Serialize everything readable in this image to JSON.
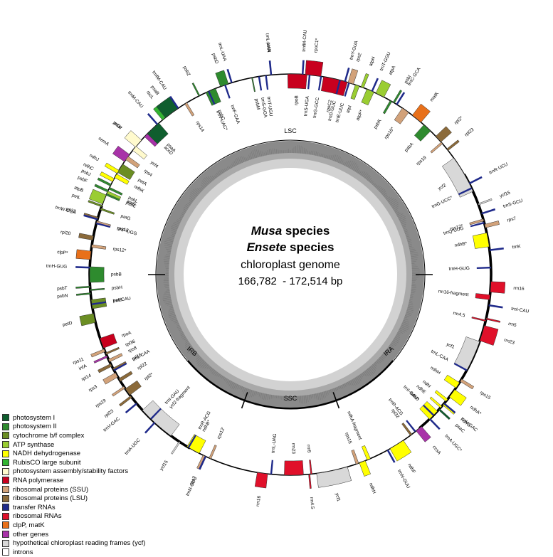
{
  "center": {
    "title_italic_1": "Musa",
    "title_rest_1": " species",
    "title_italic_2": "Ensete",
    "title_rest_2": " species",
    "subtitle": "chloroplast genome",
    "size_range": "166,782  - 172,514 bp"
  },
  "regions": {
    "lsc": "LSC",
    "ssc": "SSC",
    "ira": "IRA",
    "irb": "IRB"
  },
  "genes": [
    {
      "label": "rbcL",
      "angle": 322,
      "cat": "rubisco",
      "span": 3.2
    },
    {
      "label": "accD",
      "angle": 315.5,
      "cat": "other",
      "span": 4.2
    },
    {
      "label": "psaI",
      "angle": 310.8,
      "cat": "ps1",
      "span": 1.0
    },
    {
      "label": "ycf4",
      "angle": 309,
      "cat": "assembly",
      "span": 1.5
    },
    {
      "label": "cemA",
      "angle": 305.5,
      "cat": "other",
      "span": 2.5
    },
    {
      "label": "petA",
      "angle": 302,
      "cat": "cytb6f",
      "span": 2.8
    },
    {
      "label": "psbJ",
      "angle": 296.5,
      "cat": "ps2",
      "span": 0.6
    },
    {
      "label": "psbL",
      "angle": 295.5,
      "cat": "ps2",
      "span": 0.6
    },
    {
      "label": "psbF",
      "angle": 294.6,
      "cat": "ps2",
      "span": 0.6
    },
    {
      "label": "psbE",
      "angle": 293.7,
      "cat": "ps2",
      "span": 0.8
    },
    {
      "label": "petL",
      "angle": 290,
      "cat": "cytb6f",
      "span": 0.5
    },
    {
      "label": "petG",
      "angle": 289.1,
      "cat": "cytb6f",
      "span": 0.5
    },
    {
      "label": "rpl33",
      "angle": 286.3,
      "cat": "lsu",
      "span": 0.7
    },
    {
      "label": "rps18",
      "angle": 285.1,
      "cat": "ssu",
      "span": 0.8
    },
    {
      "label": "rpl20",
      "angle": 280.5,
      "cat": "lsu",
      "span": 1.2
    },
    {
      "label": "rps12*",
      "angle": 278.2,
      "cat": "ssu",
      "span": 0.8
    },
    {
      "label": "clpP*",
      "angle": 275.5,
      "cat": "clpp",
      "span": 2.4
    },
    {
      "label": "psbB",
      "angle": 270,
      "cat": "ps2",
      "span": 4.5
    },
    {
      "label": "psbT",
      "angle": 266.5,
      "cat": "ps2",
      "span": 0.4
    },
    {
      "label": "psbH",
      "angle": 265.6,
      "cat": "ps2",
      "span": 0.4
    },
    {
      "label": "psbN",
      "angle": 264.6,
      "cat": "ps2",
      "span": 0.4
    },
    {
      "label": "petB",
      "angle": 261.5,
      "cat": "cytb6f",
      "span": 2.6
    },
    {
      "label": "petD",
      "angle": 257.5,
      "cat": "cytb6f",
      "span": 2.6
    },
    {
      "label": "rpoA",
      "angle": 250,
      "cat": "rnapol",
      "span": 3.0
    },
    {
      "label": "rps11",
      "angle": 247.8,
      "cat": "ssu",
      "span": 0.8
    },
    {
      "label": "rpl36",
      "angle": 246.8,
      "cat": "lsu",
      "span": 0.5
    },
    {
      "label": "infA",
      "angle": 245.9,
      "cat": "other",
      "span": 0.5
    },
    {
      "label": "rps8",
      "angle": 244.6,
      "cat": "ssu",
      "span": 0.8
    },
    {
      "label": "rpl14",
      "angle": 243.2,
      "cat": "lsu",
      "span": 0.8
    },
    {
      "label": "rpl16",
      "angle": 241.8,
      "cat": "lsu",
      "span": 0.8
    },
    {
      "label": "rps3",
      "angle": 240,
      "cat": "ssu",
      "span": 1.4
    },
    {
      "label": "rpl22",
      "angle": 238.3,
      "cat": "lsu",
      "span": 0.9
    },
    {
      "label": "rps19",
      "angle": 235.8,
      "cat": "ssu",
      "span": 0.6
    },
    {
      "label": "rpl2*",
      "angle": 234.2,
      "cat": "lsu",
      "span": 2.2
    },
    {
      "label": "rpl23",
      "angle": 232.5,
      "cat": "lsu",
      "span": 0.6
    },
    {
      "label": "ycf2-fragment",
      "angle": 222,
      "cat": "ycf",
      "span": 11.0
    },
    {
      "label": "ycf15",
      "angle": 213.5,
      "cat": "ycf",
      "span": 0.4
    },
    {
      "label": "ndhB*",
      "angle": 209,
      "cat": "ndh",
      "span": 4.0
    },
    {
      "label": "rps7",
      "angle": 205.3,
      "cat": "ssu",
      "span": 1.0
    },
    {
      "label": "rps12'",
      "angle": 203.6,
      "cat": "ssu",
      "span": 0.6
    },
    {
      "label": "rrn16",
      "angle": 188,
      "cat": "rrna",
      "span": 3.0
    },
    {
      "label": "rrn23",
      "angle": 179,
      "cat": "rrna",
      "span": 5.5
    },
    {
      "label": "rrn4.5",
      "angle": 174.6,
      "cat": "rrna",
      "span": 0.4
    },
    {
      "label": "rrn5",
      "angle": 174,
      "cat": "rrna",
      "span": 0.4
    },
    {
      "label": "ycf1",
      "angle": 168,
      "cat": "ycf",
      "span": 9.0
    },
    {
      "label": "rps15",
      "angle": 160.5,
      "cat": "ssu",
      "span": 0.8
    },
    {
      "label": "ndhH",
      "angle": 159,
      "cat": "ndh",
      "span": 1.8
    },
    {
      "label": "ndhA-fragment",
      "angle": 157,
      "cat": "ndh",
      "span": 1.0
    },
    {
      "label": "ndhF",
      "angle": 148,
      "cat": "ndh",
      "span": 4.5
    },
    {
      "label": "rpl32",
      "angle": 143,
      "cat": "lsu",
      "span": 0.6
    },
    {
      "label": "ccsA",
      "angle": 140.2,
      "cat": "other",
      "span": 2.0
    },
    {
      "label": "ndhD",
      "angle": 134.5,
      "cat": "ndh",
      "span": 3.2
    },
    {
      "label": "psaC",
      "angle": 132.2,
      "cat": "ps1",
      "span": 0.5
    },
    {
      "label": "ndhE",
      "angle": 131.3,
      "cat": "ndh",
      "span": 0.6
    },
    {
      "label": "ndhG",
      "angle": 130.2,
      "cat": "ndh",
      "span": 0.8
    },
    {
      "label": "ndhI",
      "angle": 128.8,
      "cat": "ndh",
      "span": 0.8
    },
    {
      "label": "ndhA*",
      "angle": 126.3,
      "cat": "ndh",
      "span": 2.6
    },
    {
      "label": "ndhH",
      "angle": 123.5,
      "cat": "ndh",
      "span": 1.8
    },
    {
      "label": "rps15",
      "angle": 121.8,
      "cat": "ssu",
      "span": 0.8
    },
    {
      "label": "ycf1",
      "angle": 114,
      "cat": "ycf",
      "span": 9.0
    },
    {
      "label": "rrn23",
      "angle": 107,
      "cat": "rrna",
      "span": 4.5
    },
    {
      "label": "rrn4.5",
      "angle": 103.3,
      "cat": "rrna",
      "span": 0.4
    },
    {
      "label": "rrn5",
      "angle": 102.7,
      "cat": "rrna",
      "span": 0.4
    },
    {
      "label": "rrn16-fragment",
      "angle": 96.5,
      "cat": "rrna",
      "span": 1.4
    },
    {
      "label": "rrn16",
      "angle": 93.5,
      "cat": "rrna",
      "span": 3.0
    },
    {
      "label": "ndhB*",
      "angle": 80,
      "cat": "ndh",
      "span": 4.0
    },
    {
      "label": "rps7",
      "angle": 76,
      "cat": "ssu",
      "span": 1.0
    },
    {
      "label": "rps12*",
      "angle": 74.2,
      "cat": "ssu",
      "span": 0.6
    },
    {
      "label": "ycf15",
      "angle": 69.5,
      "cat": "ycf",
      "span": 0.4
    },
    {
      "label": "ycf2",
      "angle": 60,
      "cat": "ycf",
      "span": 11.0
    },
    {
      "label": "rpl23",
      "angle": 51.5,
      "cat": "lsu",
      "span": 0.6
    },
    {
      "label": "rps19",
      "angle": 49,
      "cat": "ssu",
      "span": 0.6
    },
    {
      "label": "rpl2*",
      "angle": 47.5,
      "cat": "lsu",
      "span": 2.2
    },
    {
      "label": "psbA",
      "angle": 43,
      "cat": "ps2",
      "span": 2.6
    },
    {
      "label": "matK",
      "angle": 39,
      "cat": "clpp",
      "span": 3.2
    },
    {
      "label": "rps16*",
      "angle": 35,
      "cat": "ssu",
      "span": 2.2
    },
    {
      "label": "psbI",
      "angle": 31,
      "cat": "ps2",
      "span": 0.5
    },
    {
      "label": "psbK",
      "angle": 30.1,
      "cat": "ps2",
      "span": 0.6
    },
    {
      "label": "atpA",
      "angle": 26.5,
      "cat": "atp",
      "span": 2.6
    },
    {
      "label": "atpF*",
      "angle": 23.5,
      "cat": "atp",
      "span": 2.2
    },
    {
      "label": "atpH",
      "angle": 21,
      "cat": "atp",
      "span": 0.8
    },
    {
      "label": "atpI",
      "angle": 19.5,
      "cat": "atp",
      "span": 1.2
    },
    {
      "label": "rps2",
      "angle": 17.5,
      "cat": "ssu",
      "span": 1.6
    },
    {
      "label": "rpoC2",
      "angle": 13,
      "cat": "rnapol",
      "span": 7.0
    },
    {
      "label": "rpoC1*",
      "angle": 6.5,
      "cat": "rnapol",
      "span": 4.5
    },
    {
      "label": "rpoB",
      "angle": 2,
      "cat": "rnapol",
      "span": 5.5
    },
    {
      "label": "petN",
      "angle": 354.5,
      "cat": "cytb6f",
      "span": 0.3
    },
    {
      "label": "psbM",
      "angle": 349,
      "cat": "ps2",
      "span": 0.3
    },
    {
      "label": "psbD",
      "angle": 340.8,
      "cat": "ps2",
      "span": 2.4
    },
    {
      "label": "psbC",
      "angle": 336.6,
      "cat": "ps2",
      "span": 3.0
    },
    {
      "label": "psbZ",
      "angle": 333,
      "cat": "ps2",
      "span": 0.4
    },
    {
      "label": "rps14",
      "angle": 328.6,
      "cat": "ssu",
      "span": 0.7
    },
    {
      "label": "psaB",
      "angle": 323.7,
      "cat": "ps1",
      "span": 4.5
    },
    {
      "label": "psaA",
      "angle": 316.8,
      "cat": "ps1",
      "span": 4.5
    },
    {
      "label": "ycf3*",
      "angle": 310.8,
      "cat": "assembly",
      "span": 2.6
    },
    {
      "label": "rps4",
      "angle": 305.5,
      "cat": "ssu",
      "span": 1.2
    },
    {
      "label": "ndhJ",
      "angle": 300.8,
      "cat": "ndh",
      "span": 1.0
    },
    {
      "label": "ndhK",
      "angle": 299.5,
      "cat": "ndh",
      "span": 1.2
    },
    {
      "label": "ndhC",
      "angle": 298.1,
      "cat": "ndh",
      "span": 1.0
    },
    {
      "label": "atpE",
      "angle": 294.2,
      "cat": "atp",
      "span": 0.8
    },
    {
      "label": "atpB",
      "angle": 292,
      "cat": "atp",
      "span": 2.8
    }
  ],
  "trnas": [
    {
      "label": "trnS-GGA",
      "angle": 351
    },
    {
      "label": "trnL-UAA",
      "angle": 343
    },
    {
      "label": "trnF-GAA",
      "angle": 341
    },
    {
      "label": "trnfM-CAU",
      "angle": 326
    },
    {
      "label": "trnG-GCC",
      "angle": 8.8
    },
    {
      "label": "trnT-GGU",
      "angle": 24
    },
    {
      "label": "trnS-UGA",
      "angle": 5.5
    },
    {
      "label": "trnfM-CAU",
      "angle": 3.5
    },
    {
      "label": "trnE-UUC",
      "angle": 17
    },
    {
      "label": "trnY-GUA",
      "angle": 15.8
    },
    {
      "label": "trnD-GUC",
      "angle": 14.3
    },
    {
      "label": "trnC-GCA",
      "angle": 32
    },
    {
      "label": "trnT-UGU",
      "angle": 353
    },
    {
      "label": "trnL-UAA",
      "angle": 354.5
    },
    {
      "label": "trnV-UAC*",
      "angle": 336
    },
    {
      "label": "trnW-CCA",
      "angle": 286
    },
    {
      "label": "trnP-UGG",
      "angle": 284.8
    },
    {
      "label": "trnR-UCU",
      "angle": 63
    },
    {
      "label": "trnG-UCC*",
      "angle": 64.5
    },
    {
      "label": "trnS-GCU",
      "angle": 72.3
    },
    {
      "label": "trnQ-UUG",
      "angle": 75
    },
    {
      "label": "trnK",
      "angle": 83
    },
    {
      "label": "trnH-GUG",
      "angle": 88
    },
    {
      "label": "trnI-CAU",
      "angle": 98.8
    },
    {
      "label": "trnL-CAA",
      "angle": 118.5
    },
    {
      "label": "trnV-GAC",
      "angle": 130
    },
    {
      "label": "trnI-GAU*",
      "angle": 134.5
    },
    {
      "label": "trnA-UGC*",
      "angle": 136
    },
    {
      "label": "trnR-ACG",
      "angle": 141.5
    },
    {
      "label": "trnN-GUU",
      "angle": 151
    },
    {
      "label": "trnL-UAG",
      "angle": 185.5
    },
    {
      "label": "trnN-GUU",
      "angle": 205
    },
    {
      "label": "trnR-ACG",
      "angle": 210.5
    },
    {
      "label": "trnA-UGC",
      "angle": 222.5
    },
    {
      "label": "trnI-GAU",
      "angle": 224
    },
    {
      "label": "trnV-GAC",
      "angle": 230
    },
    {
      "label": "trnL-CAA",
      "angle": 241.5
    },
    {
      "label": "trnH-GUG",
      "angle": 272
    },
    {
      "label": "trnI-CAU",
      "angle": 261.5
    },
    {
      "label": "trnM-CAU",
      "angle": 318.5
    }
  ],
  "legend": [
    {
      "label": "photosystem I",
      "color": "#0f5e2e"
    },
    {
      "label": "photosystem II",
      "color": "#2e8b2e"
    },
    {
      "label": "cytochrome b/f complex",
      "color": "#6b8e23"
    },
    {
      "label": "ATP synthase",
      "color": "#9acd32"
    },
    {
      "label": "NADH dehydrogenase",
      "color": "#ffff00"
    },
    {
      "label": "RubisCO large subunit",
      "color": "#32b432"
    },
    {
      "label": "photosystem assembly/stability factors",
      "color": "#fffacd"
    },
    {
      "label": "RNA polymerase",
      "color": "#c8001e"
    },
    {
      "label": "ribosomal proteins (SSU)",
      "color": "#d2a27a"
    },
    {
      "label": "ribosomal proteins (LSU)",
      "color": "#8b6a3a"
    },
    {
      "label": "transfer RNAs",
      "color": "#1f2a8a"
    },
    {
      "label": "ribosomal RNAs",
      "color": "#e0102a"
    },
    {
      "label": "clpP, matK",
      "color": "#e8701a"
    },
    {
      "label": "other genes",
      "color": "#a832a8"
    },
    {
      "label": "hypothetical chloroplast reading frames (ycf)",
      "color": "#d8d8d8"
    },
    {
      "label": "introns",
      "color": "#ffffff"
    }
  ],
  "category_colors": {
    "ps1": "#0f5e2e",
    "ps2": "#2e8b2e",
    "cytb6f": "#6b8e23",
    "atp": "#9acd32",
    "ndh": "#ffff00",
    "rubisco": "#32b432",
    "assembly": "#fffacd",
    "rnapol": "#c8001e",
    "ssu": "#d2a27a",
    "lsu": "#8b6a3a",
    "trna": "#1f2a8a",
    "rrna": "#e0102a",
    "clpp": "#e8701a",
    "other": "#a832a8",
    "ycf": "#d8d8d8"
  }
}
